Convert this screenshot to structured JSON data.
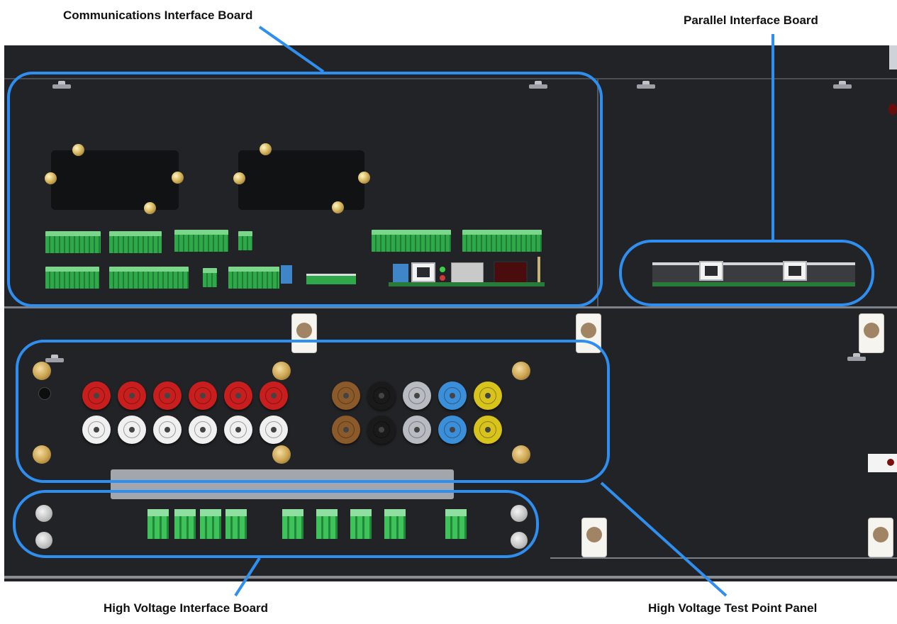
{
  "labels": {
    "communications": "Communications Interface Board",
    "parallel": "Parallel Interface Board",
    "hv_interface": "High Voltage Interface Board",
    "hv_test_point": "High Voltage Test Point Panel"
  },
  "colors": {
    "callout_blue": "#2f8ff0",
    "chassis": "#222326",
    "terminal_green": "#2fa84a",
    "jack_red": "#c81e1e",
    "jack_white": "#f0f0f0",
    "jack_brown": "#8a5a2b",
    "jack_black": "#1a1a1a",
    "jack_grey": "#b8bcc2",
    "jack_blue": "#3b8ed8",
    "jack_yellow": "#d8c21c"
  },
  "icons": [
    "screw-icon",
    "brass-standoff-icon",
    "terminal-block-icon",
    "rj45-port-icon",
    "test-jack-icon",
    "cable-clip-icon"
  ]
}
